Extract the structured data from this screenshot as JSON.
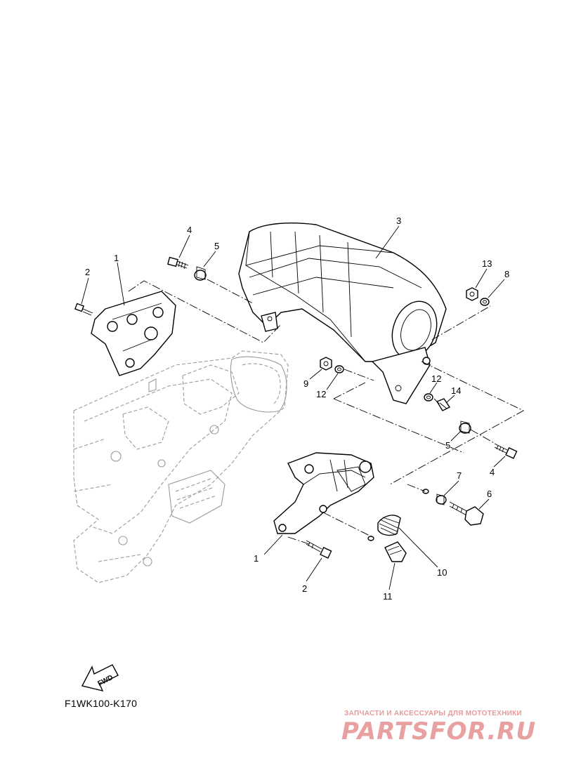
{
  "diagram": {
    "code": "F1WK100-K170",
    "fwd_label": "FWD",
    "callouts": {
      "c1_top": "1",
      "c2_top": "2",
      "c3": "3",
      "c4_top": "4",
      "c5_top": "5",
      "c13": "13",
      "c8": "8",
      "c9": "9",
      "c12_left": "12",
      "c12_right": "12",
      "c14": "14",
      "c5_bottom": "5",
      "c4_bottom": "4",
      "c7": "7",
      "c6": "6",
      "c1_bottom": "1",
      "c2_bottom": "2",
      "c10": "10",
      "c11": "11"
    }
  },
  "watermark": {
    "tagline": "ЗАПЧАСТИ И АКСЕССУАРЫ ДЛЯ МОТОТЕХНИКИ",
    "logo": "PARTSFOR.RU"
  }
}
